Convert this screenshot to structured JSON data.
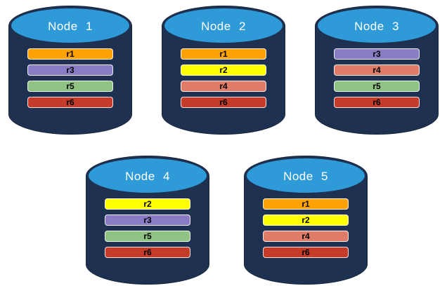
{
  "diagram": {
    "background_color": "#ffffff",
    "node_body_color": "#1E3151",
    "node_top_color": "#2E9BD8",
    "node_title_color": "#ffffff",
    "shard_label_color": "#000000",
    "shard_colors": {
      "r1": "#FCA204",
      "r2": "#FFFF00",
      "r3": "#8A7CC4",
      "r4": "#DF7C67",
      "r5": "#90C383",
      "r6": "#C53C2B"
    },
    "nodes": [
      {
        "label": "Node 1",
        "shards": [
          "r1",
          "r3",
          "r5",
          "r6"
        ]
      },
      {
        "label": "Node 2",
        "shards": [
          "r1",
          "r2",
          "r4",
          "r6"
        ]
      },
      {
        "label": "Node 3",
        "shards": [
          "r3",
          "r4",
          "r5",
          "r6"
        ]
      },
      {
        "label": "Node 4",
        "shards": [
          "r2",
          "r3",
          "r5",
          "r6"
        ]
      },
      {
        "label": "Node 5",
        "shards": [
          "r1",
          "r2",
          "r4",
          "r6"
        ]
      }
    ]
  }
}
